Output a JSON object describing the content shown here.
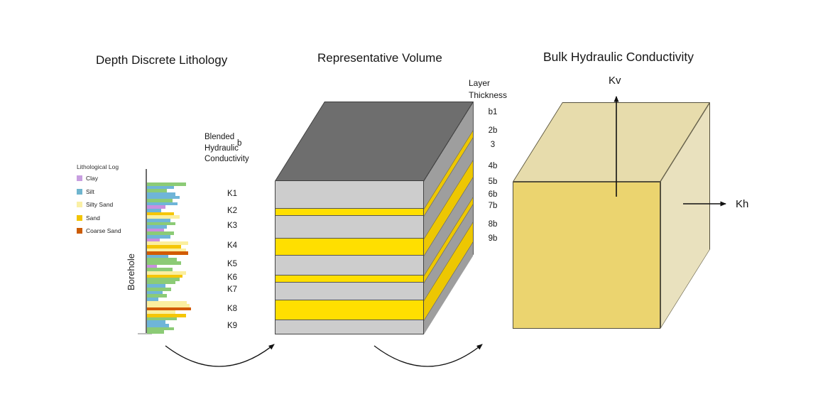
{
  "titles": {
    "left": "Depth Discrete Lithology",
    "middle": "Representative Volume",
    "right": "Bulk Hydraulic Conductivity"
  },
  "legend": {
    "title": "Lithological Log",
    "items": [
      {
        "label": "Clay",
        "color": "#C89FE0"
      },
      {
        "label": "Silt",
        "color": "#6FB5CE"
      },
      {
        "label": "Silty Sand",
        "color": "#FAF0A5"
      },
      {
        "label": "Sand",
        "color": "#F2C403"
      },
      {
        "label": "Coarse Sand",
        "color": "#CC5C04"
      }
    ]
  },
  "borehole": {
    "label": "Borehole",
    "bar_colors": {
      "green": "#8CCB76",
      "blue": "#6FB5D8",
      "purple": "#C98FDF",
      "yellow": "#F5C607",
      "paleyellow": "#FBEF9F",
      "orange": "#D25B01"
    },
    "bars": [
      {
        "c": "green",
        "w": 55
      },
      {
        "c": "blue",
        "w": 38
      },
      {
        "c": "green",
        "w": 28
      },
      {
        "c": "blue",
        "w": 40
      },
      {
        "c": "blue",
        "w": 46
      },
      {
        "c": "green",
        "w": 36
      },
      {
        "c": "blue",
        "w": 43
      },
      {
        "c": "purple",
        "w": 26
      },
      {
        "c": "blue",
        "w": 20
      },
      {
        "c": "yellow",
        "w": 38
      },
      {
        "c": "paleyellow",
        "w": 46
      },
      {
        "c": "blue",
        "w": 33
      },
      {
        "c": "green",
        "w": 40
      },
      {
        "c": "blue",
        "w": 28
      },
      {
        "c": "purple",
        "w": 24
      },
      {
        "c": "green",
        "w": 38
      },
      {
        "c": "blue",
        "w": 33
      },
      {
        "c": "purple",
        "w": 18
      },
      {
        "c": "paleyellow",
        "w": 58
      },
      {
        "c": "yellow",
        "w": 48
      },
      {
        "c": "paleyellow",
        "w": 55
      },
      {
        "c": "orange",
        "w": 58
      },
      {
        "c": "blue",
        "w": 30
      },
      {
        "c": "green",
        "w": 42
      },
      {
        "c": "green",
        "w": 48
      },
      {
        "c": "purple",
        "w": 14
      },
      {
        "c": "green",
        "w": 36
      },
      {
        "c": "paleyellow",
        "w": 55
      },
      {
        "c": "yellow",
        "w": 50
      },
      {
        "c": "green",
        "w": 46
      },
      {
        "c": "green",
        "w": 40
      },
      {
        "c": "blue",
        "w": 26
      },
      {
        "c": "green",
        "w": 34
      },
      {
        "c": "blue",
        "w": 22
      },
      {
        "c": "green",
        "w": 28
      },
      {
        "c": "blue",
        "w": 16
      },
      {
        "c": "paleyellow",
        "w": 56
      },
      {
        "c": "paleyellow",
        "w": 60
      },
      {
        "c": "orange",
        "w": 62
      },
      {
        "c": "paleyellow",
        "w": 40
      },
      {
        "c": "yellow",
        "w": 55
      },
      {
        "c": "green",
        "w": 42
      },
      {
        "c": "blue",
        "w": 26
      },
      {
        "c": "blue",
        "w": 31
      },
      {
        "c": "green",
        "w": 38
      },
      {
        "c": "green",
        "w": 24
      }
    ]
  },
  "blended": {
    "line1": "Blended",
    "line2": "Hydraulic",
    "line3": "Conductivity",
    "stray": "b"
  },
  "volume": {
    "thickness_header": [
      "Layer",
      "Thickness"
    ],
    "colors": {
      "top": "#6E6E6E",
      "front_gray": "#CDCDCD",
      "front_sand": "#FFDF00",
      "side_gray": "#9E9E9E",
      "side_sand": "#EDC702"
    },
    "layers": [
      {
        "k": "K1",
        "type": "gray",
        "h": 38,
        "thickness": "b1"
      },
      {
        "k": "K2",
        "type": "sand",
        "h": 10,
        "thickness": "2b"
      },
      {
        "k": "K3",
        "type": "gray",
        "h": 32,
        "thickness": "3"
      },
      {
        "k": "K4",
        "type": "sand",
        "h": 24,
        "thickness": "4b"
      },
      {
        "k": "K5",
        "type": "gray",
        "h": 28,
        "thickness": "5b"
      },
      {
        "k": "K6",
        "type": "sand",
        "h": 10,
        "thickness": "6b"
      },
      {
        "k": "K7",
        "type": "gray",
        "h": 25,
        "thickness": "7b"
      },
      {
        "k": "K8",
        "type": "sand",
        "h": 28,
        "thickness": "8b"
      },
      {
        "k": "K9",
        "type": "gray",
        "h": 20,
        "thickness": "9b"
      }
    ]
  },
  "cube": {
    "kv": "Kv",
    "kh": "Kh",
    "colors": {
      "top": "#E7DCAC",
      "front": "#EBD46F",
      "side": "#E9E1BE"
    }
  }
}
